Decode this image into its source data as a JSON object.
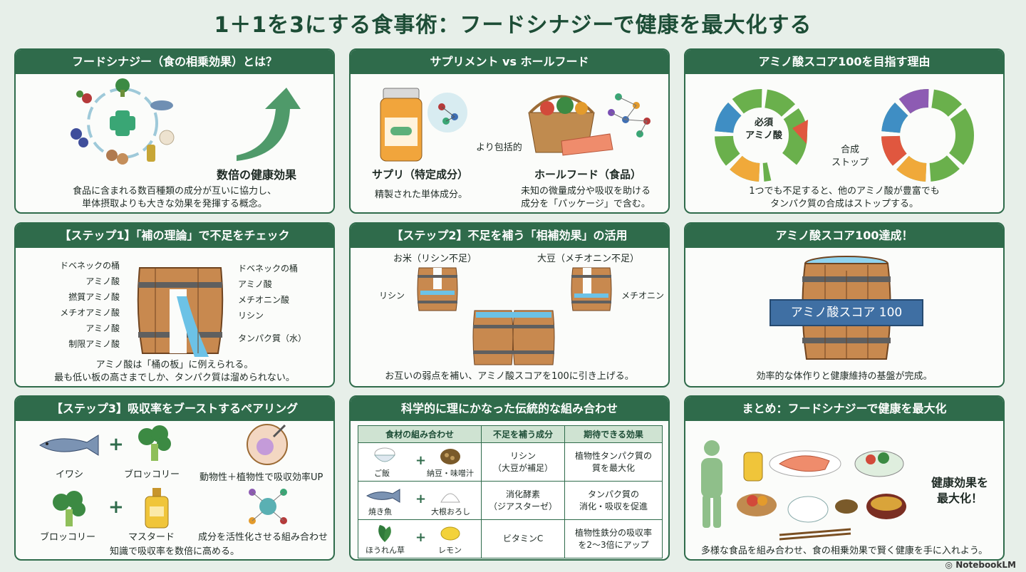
{
  "title": "1＋1を3にする食事術：フードシナジーで健康を最大化する",
  "panel1": {
    "header": "フードシナジー（食の相乗効果）とは？",
    "effect_label": "数倍の健康効果",
    "caption": [
      "食品に含まれる数百種類の成分が互いに協力し、",
      "単体摂取よりも大きな効果を発揮する概念。"
    ]
  },
  "panel2": {
    "header": "サプリメント vs ホールフード",
    "supp_title": "サプリ（特定成分）",
    "supp_desc": "精製された単体成分。",
    "middle": "より包括的",
    "whole_title": "ホールフード（食品）",
    "whole_desc": [
      "未知の微量成分や吸収を助ける",
      "成分を「パッケージ」で含む。"
    ]
  },
  "panel3": {
    "header": "アミノ酸スコア100を目指す理由",
    "ring_label": [
      "必須",
      "アミノ酸"
    ],
    "stop_label": [
      "合成",
      "ストップ"
    ],
    "caption": [
      "1つでも不足すると、他のアミノ酸が豊富でも",
      "タンパク質の合成はストップする。"
    ]
  },
  "panel4": {
    "header": "【ステップ1】「補の理論」で不足をチェック",
    "left_labels": [
      "ドベネックの桶",
      "アミノ酸",
      "撚質アミノ酸",
      "メチオアミノ酸",
      "アミノ酸",
      "制限アミノ酸"
    ],
    "right_labels": [
      "ドベネックの桶",
      "アミノ酸",
      "メチオニン酸",
      "リシン",
      "タンパク質（水）"
    ],
    "caption": [
      "アミノ酸は「桶の板」に例えられる。",
      "最も低い板の高さまでしか、タンパク質は溜められない。"
    ]
  },
  "panel5": {
    "header": "【ステップ2】不足を補う「相補効果」の活用",
    "rice_label": "お米（リシン不足）",
    "soy_label": "大豆（メチオニン不足）",
    "rice_short": "リシン",
    "soy_short": "メチオニン",
    "caption": "お互いの弱点を補い、アミノ酸スコアを100に引き上げる。"
  },
  "panel6": {
    "header": "アミノ酸スコア100達成！",
    "banner": "アミノ酸スコア 100",
    "caption": "効率的な体作りと健康維持の基盤が完成。"
  },
  "panel7": {
    "header": "【ステップ3】吸収率をブーストするペアリング",
    "row1": [
      "イワシ",
      "ブロッコリー",
      "動物性＋植物性で吸収効率UP"
    ],
    "row2": [
      "ブロッコリー",
      "マスタード",
      "成分を活性化させる組み合わせ"
    ],
    "caption": "知識で吸収率を数倍に高める。"
  },
  "panel8": {
    "header": "科学的に理にかなった伝統的な組み合わせ",
    "columns": [
      "食材の組み合わせ",
      "不足を補う成分",
      "期待できる効果"
    ],
    "rows": [
      {
        "food_a": "ご飯",
        "food_b": "納豆・味噌汁",
        "nutrient": [
          "リシン",
          "（大豆が補足）"
        ],
        "effect": [
          "植物性タンパク質の",
          "質を最大化"
        ]
      },
      {
        "food_a": "焼き魚",
        "food_b": "大根おろし",
        "nutrient": [
          "消化酵素",
          "（ジアスターゼ）"
        ],
        "effect": [
          "タンパク質の",
          "消化・吸収を促進"
        ]
      },
      {
        "food_a": "ほうれん草",
        "food_b": "レモン",
        "nutrient": [
          "ビタミンC"
        ],
        "effect": [
          "植物性鉄分の吸収率",
          "を2〜3倍にアップ"
        ]
      }
    ]
  },
  "panel9": {
    "header": "まとめ：フードシナジーで健康を最大化",
    "callout": [
      "健康効果を",
      "最大化！"
    ],
    "caption": "多様な食品を組み合わせ、食の相乗効果で賢く健康を手に入れよう。"
  },
  "footer": "NotebookLM",
  "colors": {
    "brand": "#2f6b4b",
    "header_text": "#ffffff",
    "background": "#e7efe9"
  }
}
